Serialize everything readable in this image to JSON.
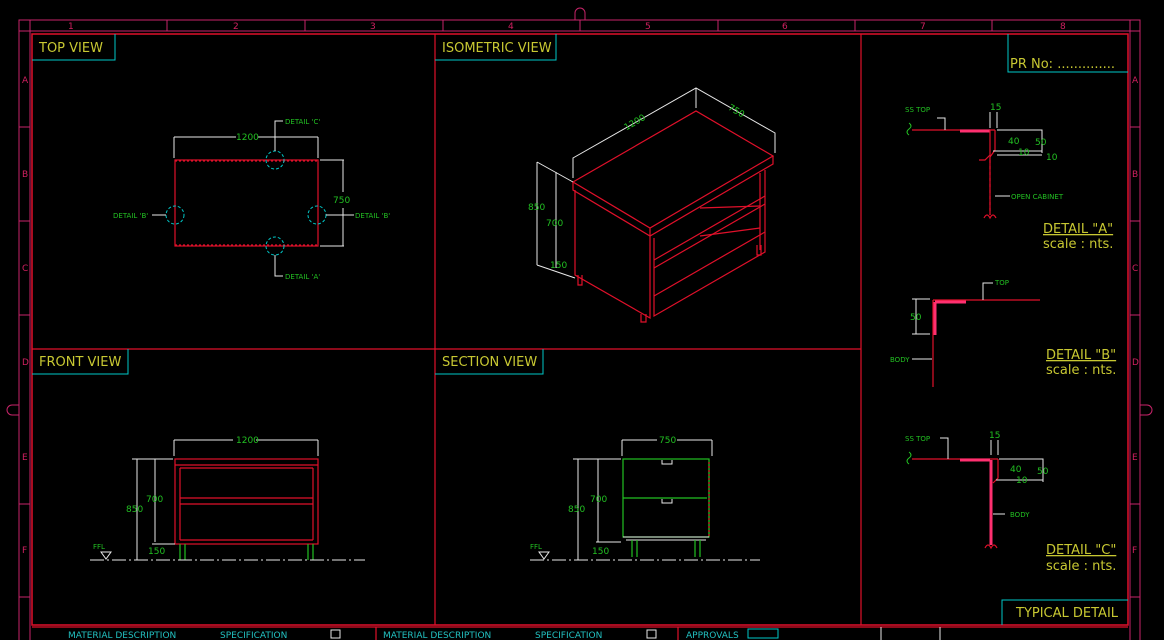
{
  "border": {
    "columns": [
      "1",
      "2",
      "3",
      "4",
      "5",
      "6",
      "7",
      "8"
    ],
    "rows": [
      "A",
      "B",
      "C",
      "D",
      "E",
      "F"
    ]
  },
  "views": {
    "top": {
      "title": "TOP VIEW",
      "width_dim": "1200",
      "depth_dim": "750",
      "callouts": [
        "DETAIL 'C'",
        "DETAIL 'B'",
        "DETAIL 'B'",
        "DETAIL 'A'"
      ]
    },
    "isometric": {
      "title": "ISOMETRIC VIEW",
      "width_dim": "1200",
      "depth_dim": "750",
      "height_dim": "850",
      "body_dim": "700",
      "leg_dim": "150"
    },
    "front": {
      "title": "FRONT VIEW",
      "width_dim": "1200",
      "height_dim": "850",
      "body_dim": "700",
      "leg_dim": "150",
      "floor_label": "FFL"
    },
    "section": {
      "title": "SECTION VIEW",
      "width_dim": "750",
      "height_dim": "850",
      "body_dim": "700",
      "leg_dim": "150",
      "floor_label": "FFL"
    }
  },
  "pr_no": "PR No: ..............",
  "details": {
    "a": {
      "title": "DETAIL \"A\"",
      "scale": "scale : nts.",
      "top_label": "SS TOP",
      "note": "OPEN CABINET",
      "dims": [
        "15",
        "40",
        "50",
        "10",
        "10"
      ]
    },
    "b": {
      "title": "DETAIL \"B\"",
      "scale": "scale : nts.",
      "top_label": "TOP",
      "body_label": "BODY",
      "dims": [
        "50"
      ]
    },
    "c": {
      "title": "DETAIL \"C\"",
      "scale": "scale : nts.",
      "top_label": "SS TOP",
      "body_label": "BODY",
      "dims": [
        "15",
        "40",
        "50",
        "10"
      ]
    }
  },
  "typical_detail": "TYPICAL DETAIL",
  "title_block": {
    "material_description_1": "MATERIAL DESCRIPTION",
    "specification_1": "SPECIFICATION",
    "material_description_2": "MATERIAL DESCRIPTION",
    "specification_2": "SPECIFICATION",
    "approvals": "APPROVALS"
  },
  "colors": {
    "frame": "#e0102a",
    "border": "#c8246a",
    "label": "#c8c832",
    "dims": "#22c022",
    "label_box": "#00c8c8"
  }
}
